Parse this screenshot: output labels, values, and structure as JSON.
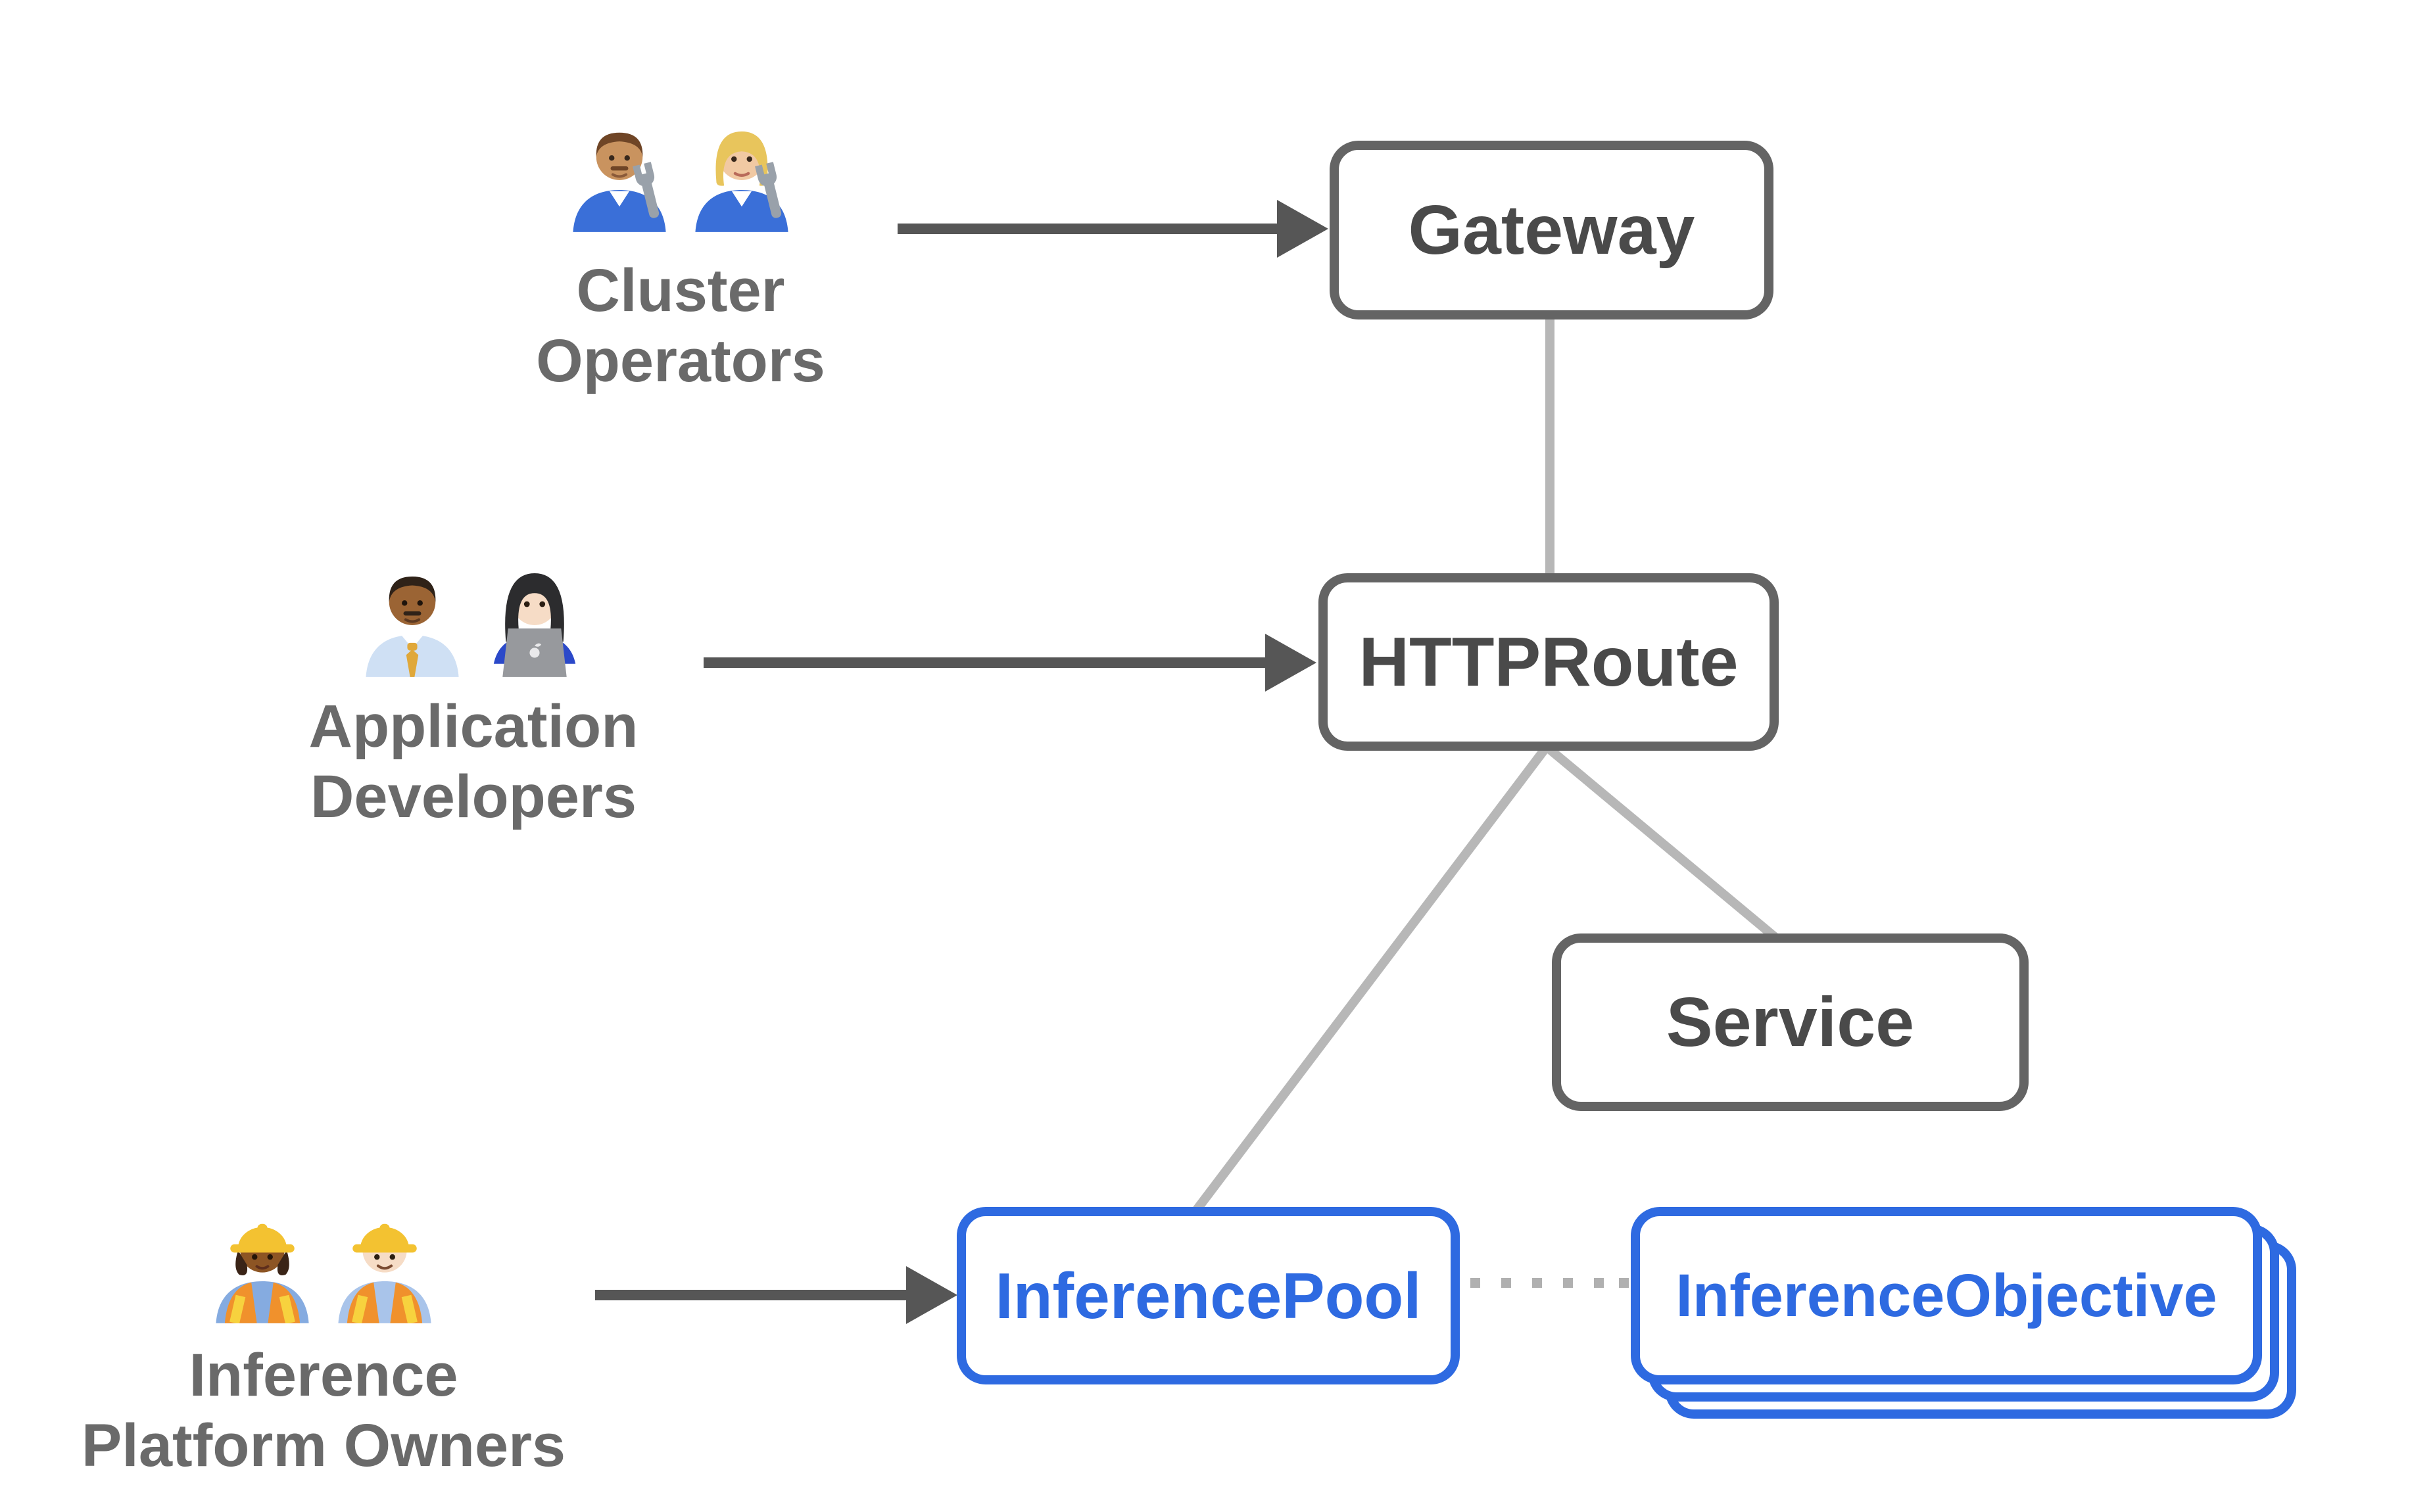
{
  "colors": {
    "blue": "#2e6ae1",
    "grayBorder": "#646464",
    "nodeText": "#4a4a4a",
    "labelText": "#6a6a6a",
    "connector": "#b7b7b7",
    "arrow": "#565656",
    "dot": "#b0b0b0",
    "bg": "#ffffff"
  },
  "nodes": {
    "gateway": {
      "label": "Gateway",
      "style": "gray"
    },
    "httproute": {
      "label": "HTTPRoute",
      "style": "gray"
    },
    "service": {
      "label": "Service",
      "style": "gray"
    },
    "inferencepool": {
      "label": "InferencePool",
      "style": "blue"
    },
    "inferenceobjective": {
      "label": "InferenceObjective",
      "style": "blue",
      "stacked": true
    }
  },
  "actors": {
    "cluster_operators": {
      "line1": "Cluster",
      "line2": "Operators",
      "icons": [
        "man-mechanic",
        "woman-mechanic"
      ]
    },
    "application_developers": {
      "line1": "Application",
      "line2": "Developers",
      "icons": [
        "man-office-worker",
        "woman-technologist"
      ]
    },
    "inference_platform_owners": {
      "line1": "Inference",
      "line2": "Platform Owners",
      "icons": [
        "woman-construction-worker",
        "man-construction-worker"
      ]
    }
  },
  "edges": [
    {
      "from": "cluster_operators",
      "to": "gateway",
      "type": "arrow"
    },
    {
      "from": "application_developers",
      "to": "httproute",
      "type": "arrow"
    },
    {
      "from": "inference_platform_owners",
      "to": "inferencepool",
      "type": "arrow"
    },
    {
      "from": "gateway",
      "to": "httproute",
      "type": "line"
    },
    {
      "from": "httproute",
      "to": "inferencepool",
      "type": "line"
    },
    {
      "from": "httproute",
      "to": "service",
      "type": "line"
    },
    {
      "from": "inferencepool",
      "to": "inferenceobjective",
      "type": "dotted"
    }
  ]
}
